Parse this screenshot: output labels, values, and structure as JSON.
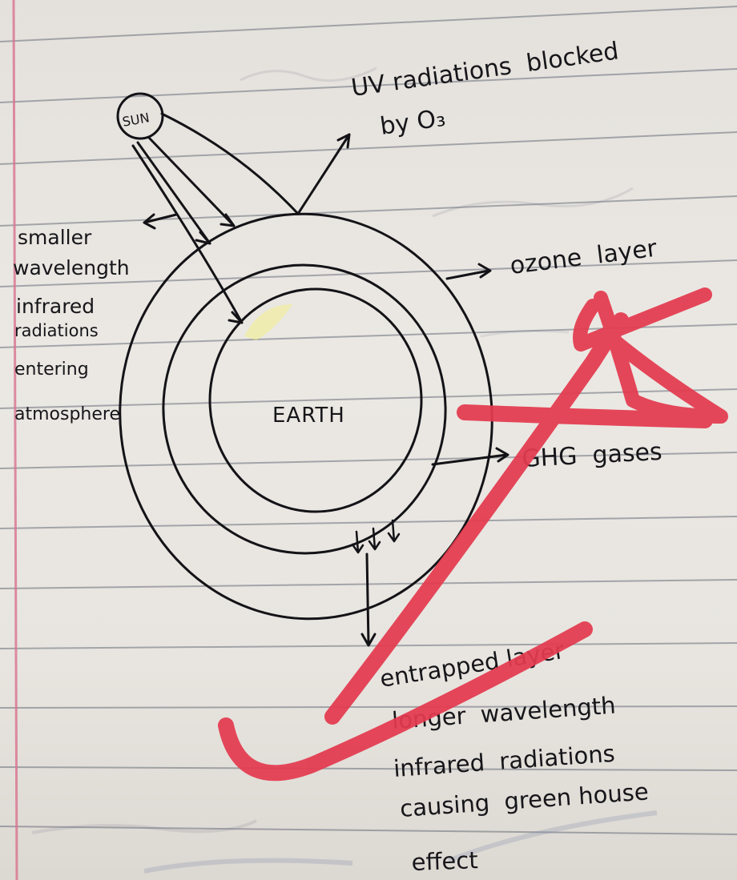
{
  "diagram": {
    "sun": {
      "label": "SUN"
    },
    "earth": {
      "label": "EARTH"
    },
    "uv_note": {
      "line1": "UV radiations  blocked",
      "line2": "by O₃"
    },
    "incoming_note": {
      "lines": [
        "smaller",
        "wavelength",
        "infrared",
        "radiations",
        "entering",
        "atmosphere"
      ]
    },
    "ozone_label": "ozone  layer",
    "ghg_label": "GHG  gases",
    "outgoing_note": {
      "lines": [
        "entrapped layer",
        "longer  wavelength",
        "infrared  radiations",
        "causing  green house",
        "effect"
      ]
    }
  },
  "colors": {
    "ink": "#131317",
    "paper": "#e7e4df",
    "ruling": "#6a6f7c",
    "margin": "#d9738f",
    "correction_mark": "#e43a4f"
  }
}
